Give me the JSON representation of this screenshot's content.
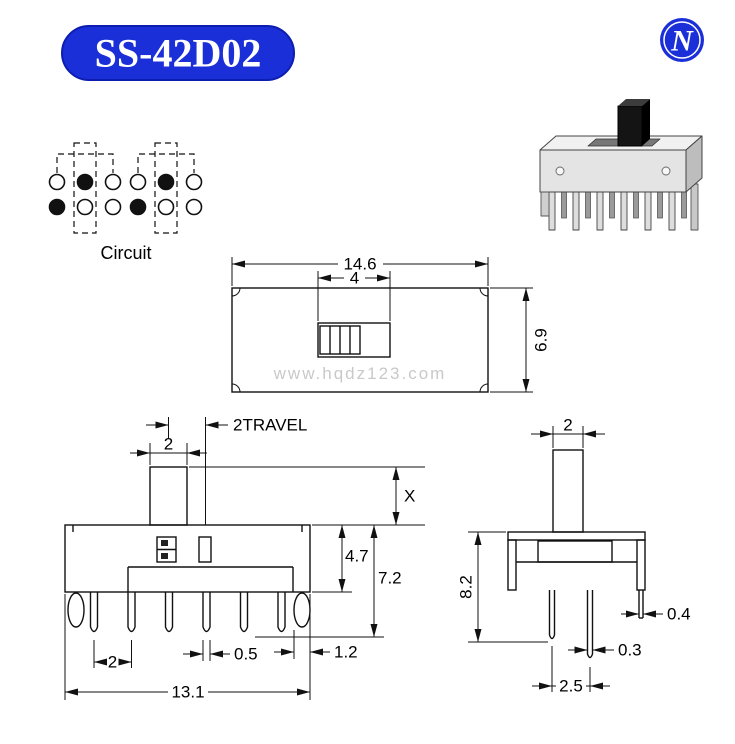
{
  "colors": {
    "accent_blue": "#1b2fd8",
    "line": "#111111",
    "watermark_gray": "#c9c9c9"
  },
  "badge": {
    "part_number": "SS-42D02"
  },
  "logo": {
    "letter": "N"
  },
  "circuit": {
    "label": "Circuit",
    "pattern": [
      "open",
      "filled",
      "open",
      "filled",
      "open",
      "open",
      "open",
      "filled",
      "open",
      "filled",
      "open",
      "open"
    ]
  },
  "watermark": "www.hqdz123.com",
  "top_view": {
    "overall_width": "14.6",
    "slot_width": "4",
    "body_depth": "6.9"
  },
  "front_view": {
    "travel_label": "2TRAVEL",
    "knob_width": "2",
    "knob_height": "X",
    "body_height": "4.7",
    "height_to_pin": "7.2",
    "pin_pitch": "2",
    "pin_width": "0.5",
    "end_pin_width": "1.2",
    "overall_width": "13.1"
  },
  "side_view": {
    "knob_width": "2",
    "overall_height": "8.2",
    "bracket_thickness": "0.4",
    "pin_thickness": "0.3",
    "row_pitch": "2.5"
  }
}
